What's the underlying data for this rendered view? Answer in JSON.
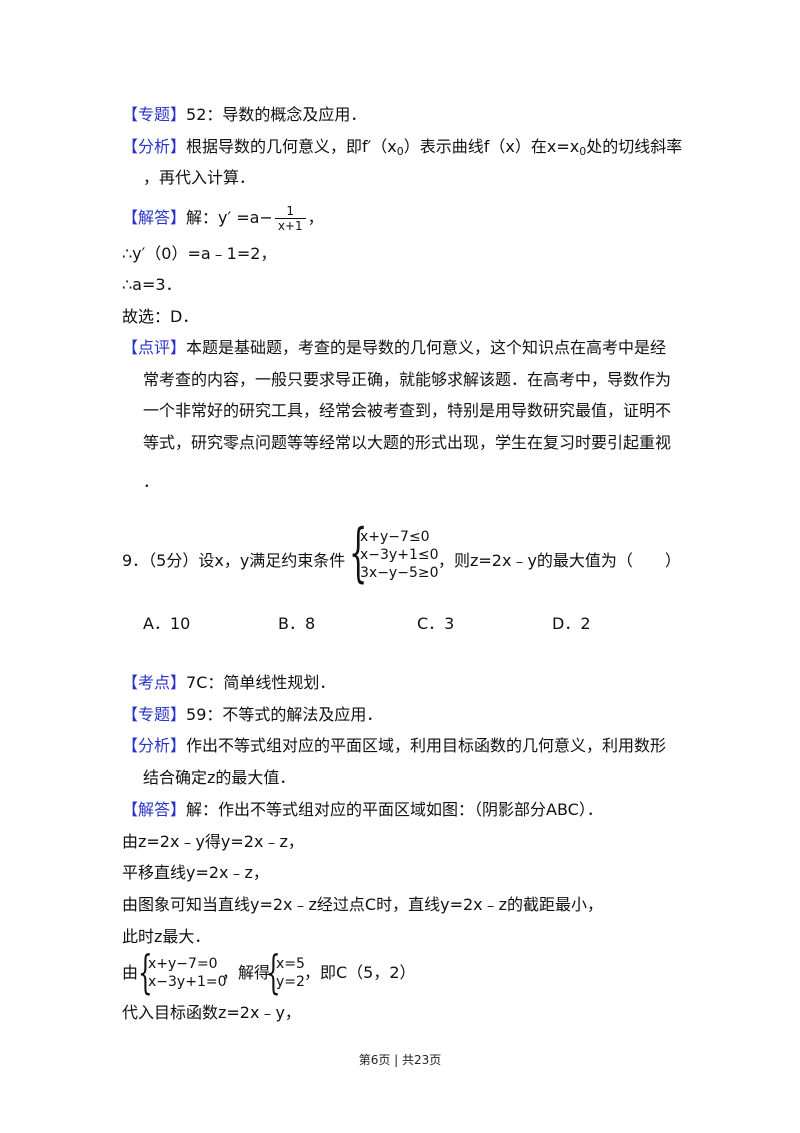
{
  "q8": {
    "zhuanti_tag": "【专题】",
    "zhuanti_text": "52：导数的概念及应用．",
    "fenxi_tag": "【分析】",
    "fenxi_a": "根据导数的几何意义，即f′（x",
    "fenxi_sub1": "0",
    "fenxi_b": "）表示曲线f（x）在x=x",
    "fenxi_sub2": "0",
    "fenxi_c": "处的切线斜率",
    "fenxi_line2": "，再代入计算．",
    "jieda_tag": "【解答】",
    "jieda_prefix": "解：y′ =a−",
    "jieda_num": "1",
    "jieda_den": "x+1",
    "jieda_suffix": "，",
    "step1": "∴y′（0）=a﹣1=2，",
    "step2": "∴a=3．",
    "choose": "故选：D．",
    "dianping_tag": "【点评】",
    "dianping_l1": "本题是基础题，考查的是导数的几何意义，这个知识点在高考中是经",
    "dianping_l2": "常考查的内容，一般只要求导正确，就能够求解该题．在高考中，导数作为",
    "dianping_l3": "一个非常好的研究工具，经常会被考查到，特别是用导数研究最值，证明不",
    "dianping_l4": "等式，研究零点问题等等经常以大题的形式出现，学生在复习时要引起重视",
    "dianping_l5": "．"
  },
  "q9": {
    "stem_prefix": "9．（5分）设x，y满足约束条件",
    "constraints": [
      "x+y−7≤0",
      "x−3y+1≤0",
      "3x−y−5≥0"
    ],
    "stem_suffix": "，则z=2x﹣y的最大值为（　　）",
    "options": [
      "A．10",
      "B．8",
      "C．3",
      "D．2"
    ],
    "kaodian_tag": "【考点】",
    "kaodian_text": "7C：简单线性规划．",
    "zhuanti_tag": "【专题】",
    "zhuanti_text": "59：不等式的解法及应用．",
    "fenxi_tag": "【分析】",
    "fenxi_l1": "作出不等式组对应的平面区域，利用目标函数的几何意义，利用数形",
    "fenxi_l2": "结合确定z的最大值．",
    "jieda_tag": "【解答】",
    "jieda_text": "解：作出不等式组对应的平面区域如图：（阴影部分ABC）．",
    "s1": "由z=2x﹣y得y=2x﹣z，",
    "s2": "平移直线y=2x﹣z，",
    "s3": "由图象可知当直线y=2x﹣z经过点C时，直线y=2x﹣z的截距最小，",
    "s4": "此时z最大．",
    "s5_prefix": "由",
    "sys1": [
      "x+y−7=0",
      "x−3y+1=0"
    ],
    "s5_mid": "，解得",
    "sys2": [
      "x=5",
      "y=2"
    ],
    "s5_suffix": "，即C（5，2）",
    "s6": "代入目标函数z=2x﹣y，"
  },
  "footer": "第6页 | 共23页"
}
